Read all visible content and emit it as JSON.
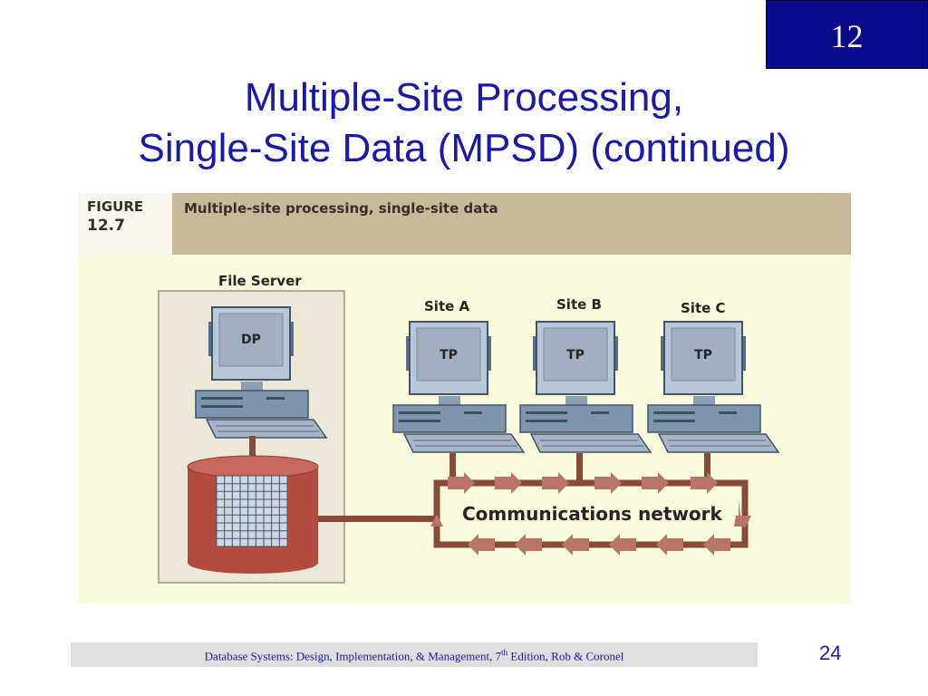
{
  "slide": {
    "chapter_number": "12",
    "title_line1": "Multiple-Site Processing,",
    "title_line2": "Single-Site Data (MPSD) (continued)",
    "page_number": "24"
  },
  "figure": {
    "tag_line1": "FIGURE",
    "tag_line2": "12.7",
    "caption": "Multiple-site processing, single-site data",
    "file_server_label": "File Server",
    "server_screen_label": "DP",
    "sites": [
      {
        "label": "Site A",
        "screen_label": "TP"
      },
      {
        "label": "Site B",
        "screen_label": "TP"
      },
      {
        "label": "Site C",
        "screen_label": "TP"
      }
    ],
    "network_label": "Communications network",
    "icons": [
      "desktop-computer-icon",
      "database-cylinder-icon",
      "arrow-icon"
    ],
    "colors": {
      "panel": "#fafadc",
      "header": "#c8b99a",
      "network": "#8a4a3a",
      "cylinder": "#b34b3f"
    }
  },
  "footer": {
    "text_before": "Database Systems: Design, Implementation, & Management, 7",
    "superscript": "th",
    "text_after": " Edition, Rob & Coronel"
  }
}
